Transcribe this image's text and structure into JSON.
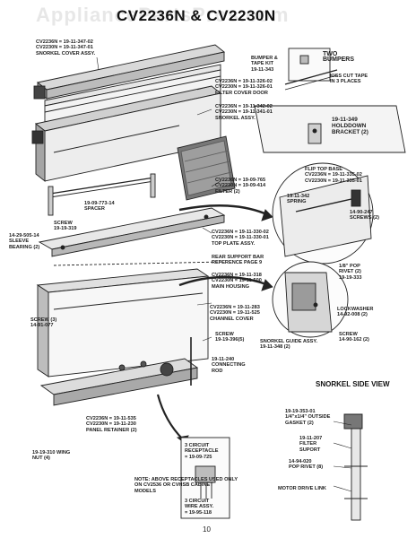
{
  "watermark": "AppliancePartsPros.com",
  "title": "CV2236N & CV2230N",
  "page_number": "10",
  "labels": {
    "snorkel_cover": "CV2236N = 19-11-347-02\nCV2230N = 19-11-347-01\nSNORKEL COVER ASSY.",
    "bumper_kit": "BUMPER &\nTAPE KIT\n19-11-343",
    "two_bumpers": "TWO\nBUMPERS",
    "kiss_cut": "KISS CUT TAPE\nIN 3 PLACES",
    "filter_cover_door": "CV2236N = 19-11-326-02\nCV2230N = 19-11-326-01\nFILTER COVER DOOR",
    "snorkel_assy": "CV2236N = 19-11-342-02\nCV2230N = 19-11-341-01\nSNORKEL ASSY.",
    "holddown_bracket": "19-11-349\nHOLDDOWN\nBRACKET (2)",
    "filter": "CV2236N = 19-09-765\nCV2230N = 19-09-414\nFILTER (2)",
    "flip_top_base": "FLIP TOP BASE\nCV2236N = 19-11-335-02\nCV2230N = 19-11-335-01",
    "spacer": "19-09-773-14\nSPACER",
    "spring": "19-11-342\nSPRING",
    "screw_319": "SCREW\n19-19-319",
    "screws_14_90_247": "14-90-247\nSCREWS (2)",
    "sleeve_bearing": "14-29-505-14\nSLEEVE\nBEARING (2)",
    "top_plate": "CV2236N = 19-11-330-02\nCV2230N = 19-11-330-01\nTOP PLATE ASSY.",
    "rear_support": "REAR SUPPORT BAR\nREFERENCE PAGE 9",
    "main_housing": "CV2236N = 19-11-318\nCV2230N = 19-11-500\nMAIN HOUSING",
    "pop_rivet": "1/8\" POP\nRIVET (2)\n19-19-333",
    "screw_3": "SCREW (3)\n14-91-077",
    "channel_cover": "CV2236N = 19-11-283\nCV2230N = 19-11-525\nCHANNEL COVER",
    "lockwasher": "LOCKWASHER\n14-92-008 (2)",
    "screw_396": "SCREW\n19-19-396(5)",
    "screw_14_90_162": "SCREW\n14-90-162 (2)",
    "snorkel_guide": "SNORKEL GUIDE ASSY.\n19-11-348 (2)",
    "connecting_rod": "19-11-240\nCONNECTING\nROD",
    "receptacle": "3 CIRCUIT\nRECEPTACLE\n= 19-09-725",
    "panel_retainer": "CV2236N = 19-11-535\nCV2230N = 19-11-230\nPANEL RETAINER (2)",
    "wing_nut": "19-19-310 WING\nNUT (4)",
    "wire_assy": "3 CIRCUIT\nWIRE ASSY.\n= 19-95-118",
    "snorkel_side_view": "SNORKEL\nSIDE VIEW",
    "gasket_outside": "19-19-353-01\n1/4\"x1/4\" OUTSIDE\nGASKET (2)",
    "filter_support": "19-11-207\nFILTER\nSUPORT",
    "pop_rivet_8": "14-94-020\nPOP RIVET (8)",
    "motor_drive_link": "MOTOR DRIVE LINK",
    "note": "NOTE: ABOVE RECEPTACLES USED ONLY\nON CV2536 OR CVHSB CABINET\nMODELS"
  }
}
